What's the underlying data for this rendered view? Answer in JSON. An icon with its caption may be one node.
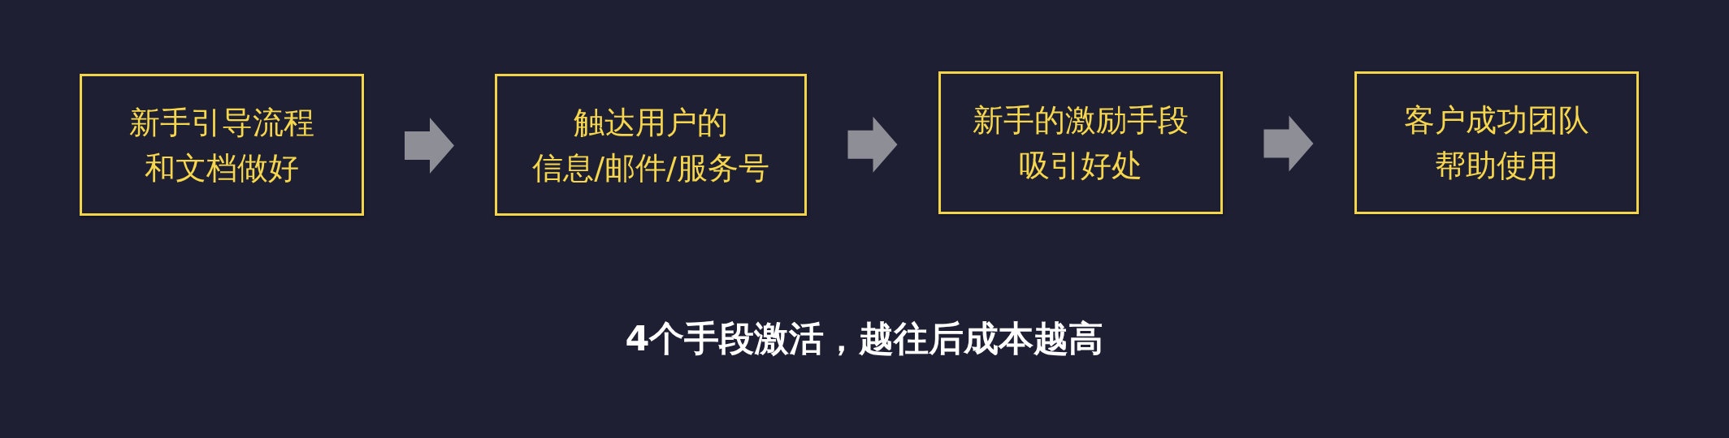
{
  "diagram": {
    "nodes": [
      {
        "text": [
          "新手引导流程和文档做好"
        ]
      },
      {
        "text": [
          "触达用户的信息/邮件/服务号"
        ]
      },
      {
        "text": [
          "新手的激励手段吸引好处"
        ]
      },
      {
        "text": [
          "客户成功团队帮助使用"
        ]
      }
    ],
    "edges": [
      {
        "from": 0,
        "to": 1,
        "arrow": "to"
      },
      {
        "from": 1,
        "to": 2,
        "arrow": "to"
      },
      {
        "from": 2,
        "to": 3,
        "arrow": "to"
      }
    ],
    "caption": "4个手段激活，越往后成本越高"
  }
}
